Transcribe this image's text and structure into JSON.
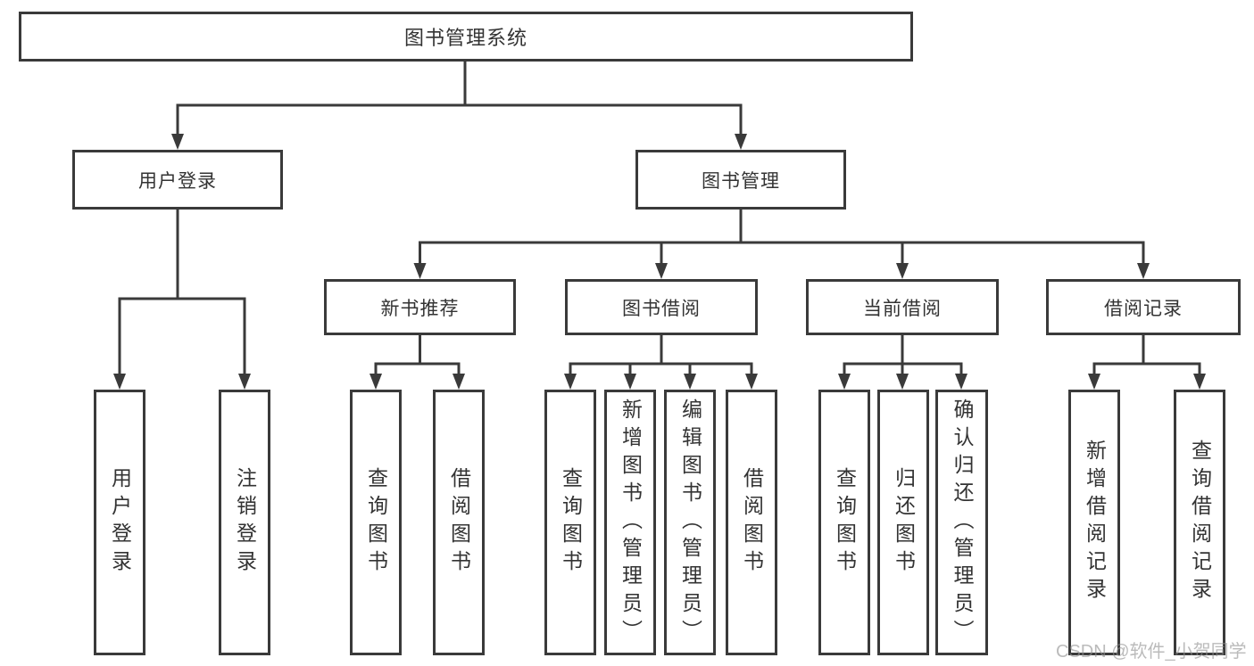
{
  "diagram": {
    "root": "图书管理系统",
    "level2": [
      "用户登录",
      "图书管理"
    ],
    "level3": [
      "新书推荐",
      "图书借阅",
      "当前借阅",
      "借阅记录"
    ],
    "leaves": {
      "user_login": [
        "用户登录",
        "注销登录"
      ],
      "new_book_recommend": [
        "查询图书",
        "借阅图书"
      ],
      "book_borrow": [
        "查询图书",
        "新增图书（管理员）",
        "编辑图书（管理员）",
        "借阅图书"
      ],
      "current_borrow": [
        "查询图书",
        "归还图书",
        "确认归还（管理员）"
      ],
      "borrow_records": [
        "新增借阅记录",
        "查询借阅记录"
      ]
    }
  },
  "watermark": "CSDN @软件_小贺同学",
  "colors": {
    "line": "#3a3a3a",
    "text": "#333333",
    "watermark_gray": "#919191"
  }
}
